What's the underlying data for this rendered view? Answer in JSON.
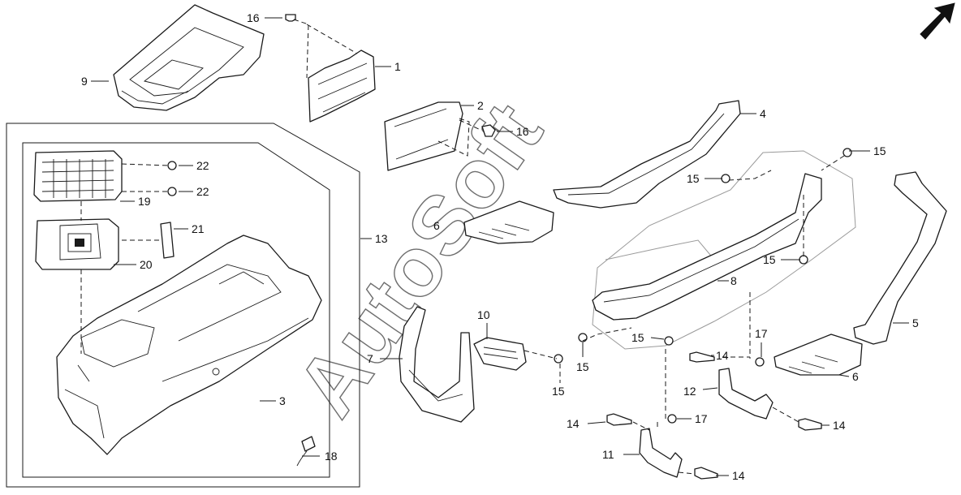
{
  "watermark": "AutoSoft",
  "callouts": {
    "c1": "1",
    "c2": "2",
    "c3": "3",
    "c4": "4",
    "c5": "5",
    "c6a": "6",
    "c6b": "6",
    "c7": "7",
    "c8": "8",
    "c9": "9",
    "c10": "10",
    "c11": "11",
    "c12": "12",
    "c13": "13",
    "c14a": "14",
    "c14b": "14",
    "c14c": "14",
    "c14d": "14",
    "c15a": "15",
    "c15b": "15",
    "c15c": "15",
    "c15d": "15",
    "c15e": "15",
    "c15f": "15",
    "c16a": "16",
    "c16b": "16",
    "c17a": "17",
    "c17b": "17",
    "c18": "18",
    "c19": "19",
    "c20": "20",
    "c21": "21",
    "c22a": "22",
    "c22b": "22"
  },
  "icons": {
    "direction": "forward-arrow-icon"
  },
  "colors": {
    "line": "#1a1a1a",
    "ghost": "#9a9a9a",
    "background": "#ffffff"
  }
}
